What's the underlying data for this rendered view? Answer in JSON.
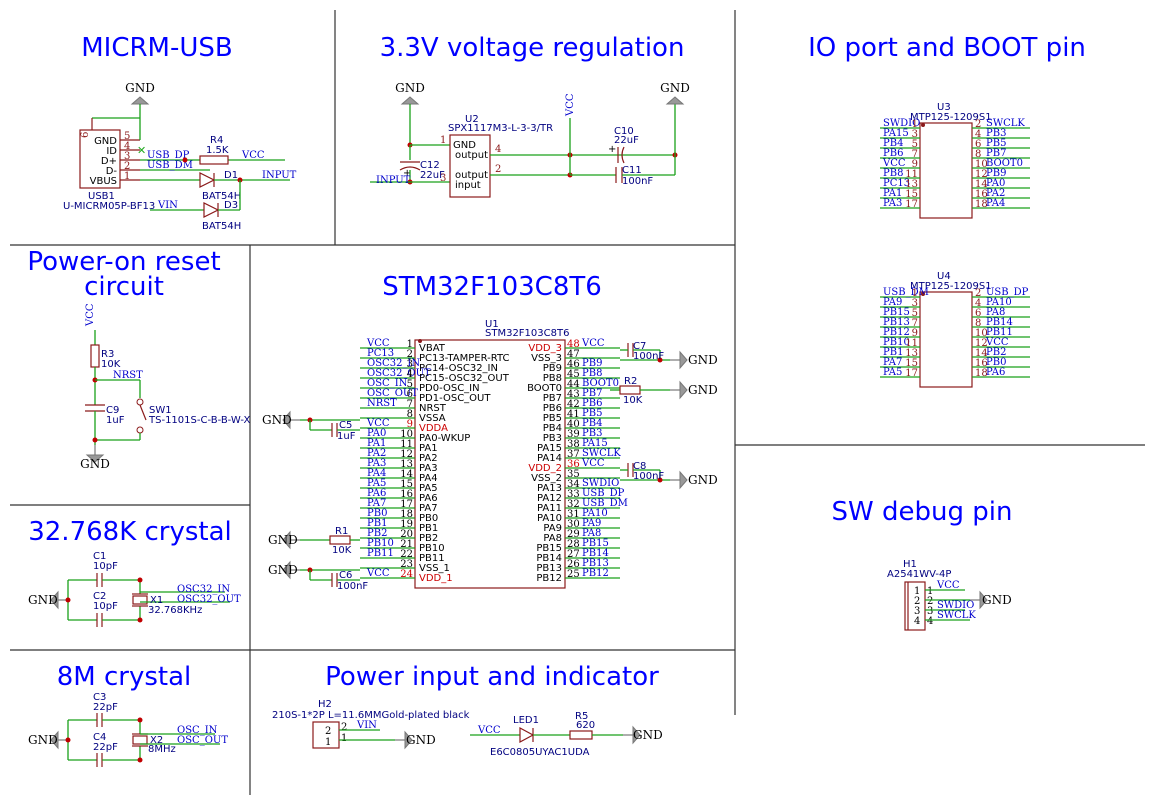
{
  "titles": {
    "micrm_usb": "MICRM-USB",
    "vreg": "3.3V voltage regulation",
    "io_boot": "IO port and BOOT pin",
    "reset_1": "Power-on reset",
    "reset_2": "circuit",
    "mcu": "STM32F103C8T6",
    "swd": "SW debug pin",
    "crystal32": "32.768K crystal",
    "crystal8": "8M crystal",
    "power": "Power input and indicator"
  },
  "usb": {
    "gnd": "GND",
    "pins": [
      "6",
      "5",
      "4",
      "3",
      "2",
      "1"
    ],
    "pin_names": [
      "GND",
      "ID",
      "D+",
      "D-",
      "VBUS"
    ],
    "usb_dp": "USB_DP",
    "usb_dm": "USB_DM",
    "ref": "USB1",
    "value": "U-MICRM05P-BF13",
    "r4_ref": "R4",
    "r4_val": "1.5K",
    "vcc": "VCC",
    "input": "INPUT",
    "d1_ref": "D1",
    "d1_val": "BAT54H",
    "d3_ref": "D3",
    "d3_val": "BAT54H",
    "vin": "VIN"
  },
  "vreg": {
    "gnd1": "GND",
    "gnd2": "GND",
    "vcc": "VCC",
    "u2_ref": "U2",
    "u2_val": "SPX1117M3-L-3-3/TR",
    "pin_gnd": "GND",
    "pin_out1": "output",
    "pin_out2": "output",
    "pin_in": "input",
    "pins": [
      "1",
      "4",
      "2",
      "3"
    ],
    "c12_ref": "C12",
    "c12_val": "22uF",
    "input": "INPUT",
    "c10_ref": "C10",
    "c10_val": "22uF",
    "c11_ref": "C11",
    "c11_val": "100nF"
  },
  "u3": {
    "ref": "U3",
    "value": "MTP125-1209S1",
    "left": [
      {
        "net": "SWDIO",
        "pin": "1"
      },
      {
        "net": "PA15",
        "pin": "3"
      },
      {
        "net": "PB4",
        "pin": "5"
      },
      {
        "net": "PB6",
        "pin": "7"
      },
      {
        "net": "VCC",
        "pin": "9"
      },
      {
        "net": "PB8",
        "pin": "11"
      },
      {
        "net": "PC13",
        "pin": "13"
      },
      {
        "net": "PA1",
        "pin": "15"
      },
      {
        "net": "PA3",
        "pin": "17"
      }
    ],
    "right": [
      {
        "net": "SWCLK",
        "pin": "2"
      },
      {
        "net": "PB3",
        "pin": "4"
      },
      {
        "net": "PB5",
        "pin": "6"
      },
      {
        "net": "PB7",
        "pin": "8"
      },
      {
        "net": "BOOT0",
        "pin": "10"
      },
      {
        "net": "PB9",
        "pin": "12"
      },
      {
        "net": "PA0",
        "pin": "14"
      },
      {
        "net": "PA2",
        "pin": "16"
      },
      {
        "net": "PA4",
        "pin": "18"
      }
    ]
  },
  "u4": {
    "ref": "U4",
    "value": "MTP125-1209S1",
    "left": [
      {
        "net": "USB_DM",
        "pin": "1"
      },
      {
        "net": "PA9",
        "pin": "3"
      },
      {
        "net": "PB15",
        "pin": "5"
      },
      {
        "net": "PB13",
        "pin": "7"
      },
      {
        "net": "PB12",
        "pin": "9"
      },
      {
        "net": "PB10",
        "pin": "11"
      },
      {
        "net": "PB1",
        "pin": "13"
      },
      {
        "net": "PA7",
        "pin": "15"
      },
      {
        "net": "PA5",
        "pin": "17"
      }
    ],
    "right": [
      {
        "net": "USB_DP",
        "pin": "2"
      },
      {
        "net": "PA10",
        "pin": "4"
      },
      {
        "net": "PA8",
        "pin": "6"
      },
      {
        "net": "PB14",
        "pin": "8"
      },
      {
        "net": "PB11",
        "pin": "10"
      },
      {
        "net": "VCC",
        "pin": "12"
      },
      {
        "net": "PB2",
        "pin": "14"
      },
      {
        "net": "PB0",
        "pin": "16"
      },
      {
        "net": "PA6",
        "pin": "18"
      }
    ]
  },
  "reset": {
    "vcc": "VCC",
    "r3_ref": "R3",
    "r3_val": "10K",
    "nrst": "NRST",
    "c9_ref": "C9",
    "c9_val": "1uF",
    "sw_ref": "SW1",
    "sw_val": "TS-1101S-C-B-B-W-X",
    "gnd": "GND"
  },
  "mcu": {
    "ref": "U1",
    "value": "STM32F103C8T6",
    "left": [
      {
        "net": "VCC",
        "num": "1",
        "name": "VBAT"
      },
      {
        "net": "PC13",
        "num": "2",
        "name": "PC13-TAMPER-RTC"
      },
      {
        "net": "OSC32_IN",
        "num": "3",
        "name": "PC14-OSC32_IN"
      },
      {
        "net": "OSC32_OUT",
        "num": "4",
        "name": "PC15-OSC32_OUT"
      },
      {
        "net": "OSC_IN",
        "num": "5",
        "name": "PD0-OSC_IN"
      },
      {
        "net": "OSC_OUT",
        "num": "6",
        "name": "PD1-OSC_OUT"
      },
      {
        "net": "NRST",
        "num": "7",
        "name": "NRST"
      },
      {
        "net": "",
        "num": "8",
        "name": "VSSA"
      },
      {
        "net": "VCC",
        "num": "9",
        "name": "VDDA"
      },
      {
        "net": "PA0",
        "num": "10",
        "name": "PA0-WKUP"
      },
      {
        "net": "PA1",
        "num": "11",
        "name": "PA1"
      },
      {
        "net": "PA2",
        "num": "12",
        "name": "PA2"
      },
      {
        "net": "PA3",
        "num": "13",
        "name": "PA3"
      },
      {
        "net": "PA4",
        "num": "14",
        "name": "PA4"
      },
      {
        "net": "PA5",
        "num": "15",
        "name": "PA5"
      },
      {
        "net": "PA6",
        "num": "16",
        "name": "PA6"
      },
      {
        "net": "PA7",
        "num": "17",
        "name": "PA7"
      },
      {
        "net": "PB0",
        "num": "18",
        "name": "PB0"
      },
      {
        "net": "PB1",
        "num": "19",
        "name": "PB1"
      },
      {
        "net": "PB2",
        "num": "20",
        "name": "PB2"
      },
      {
        "net": "PB10",
        "num": "21",
        "name": "PB10"
      },
      {
        "net": "PB11",
        "num": "22",
        "name": "PB11"
      },
      {
        "net": "",
        "num": "23",
        "name": "VSS_1"
      },
      {
        "net": "VCC",
        "num": "24",
        "name": "VDD_1"
      }
    ],
    "right": [
      {
        "name": "VDD_3",
        "num": "48",
        "net": "VCC"
      },
      {
        "name": "VSS_3",
        "num": "47",
        "net": ""
      },
      {
        "name": "PB9",
        "num": "46",
        "net": "PB9"
      },
      {
        "name": "PB8",
        "num": "45",
        "net": "PB8"
      },
      {
        "name": "BOOT0",
        "num": "44",
        "net": "BOOT0"
      },
      {
        "name": "PB7",
        "num": "43",
        "net": "PB7"
      },
      {
        "name": "PB6",
        "num": "42",
        "net": "PB6"
      },
      {
        "name": "PB5",
        "num": "41",
        "net": "PB5"
      },
      {
        "name": "PB4",
        "num": "40",
        "net": "PB4"
      },
      {
        "name": "PB3",
        "num": "39",
        "net": "PB3"
      },
      {
        "name": "PA15",
        "num": "38",
        "net": "PA15"
      },
      {
        "name": "PA14",
        "num": "37",
        "net": "SWCLK"
      },
      {
        "name": "VDD_2",
        "num": "36",
        "net": "VCC"
      },
      {
        "name": "VSS_2",
        "num": "35",
        "net": ""
      },
      {
        "name": "PA13",
        "num": "34",
        "net": "SWDIO"
      },
      {
        "name": "PA12",
        "num": "33",
        "net": "USB_DP"
      },
      {
        "name": "PA11",
        "num": "32",
        "net": "USB_DM"
      },
      {
        "name": "PA10",
        "num": "31",
        "net": "PA10"
      },
      {
        "name": "PA9",
        "num": "30",
        "net": "PA9"
      },
      {
        "name": "PA8",
        "num": "29",
        "net": "PA8"
      },
      {
        "name": "PB15",
        "num": "28",
        "net": "PB15"
      },
      {
        "name": "PB14",
        "num": "27",
        "net": "PB14"
      },
      {
        "name": "PB13",
        "num": "26",
        "net": "PB13"
      },
      {
        "name": "PB12",
        "num": "25",
        "net": "PB12"
      }
    ],
    "c7_ref": "C7",
    "c7_val": "100nF",
    "r2_ref": "R2",
    "r2_val": "10K",
    "c8_ref": "C8",
    "c8_val": "100nF",
    "c5_ref": "C5",
    "c5_val": "1uF",
    "r1_ref": "R1",
    "r1_val": "10K",
    "c6_ref": "C6",
    "c6_val": "100nF",
    "gnd": "GND"
  },
  "swd": {
    "ref": "H1",
    "value": "A2541WV-4P",
    "pins": [
      "1",
      "2",
      "3",
      "4"
    ],
    "nets": [
      "VCC",
      "",
      "SWDIO",
      "SWCLK"
    ],
    "gnd": "GND"
  },
  "crystal32": {
    "c1_ref": "C1",
    "c1_val": "10pF",
    "c2_ref": "C2",
    "c2_val": "10pF",
    "x1_ref": "X1",
    "x1_val": "32.768KHz",
    "osc_in": "OSC32_IN",
    "osc_out": "OSC32_OUT",
    "gnd": "GND"
  },
  "crystal8": {
    "c3_ref": "C3",
    "c3_val": "22pF",
    "c4_ref": "C4",
    "c4_val": "22pF",
    "x2_ref": "X2",
    "x2_val": "8MHz",
    "osc_in": "OSC_IN",
    "osc_out": "OSC_OUT",
    "gnd": "GND"
  },
  "power": {
    "h2_ref": "H2",
    "h2_val": "210S-1*2P L=11.6MMGold-plated black",
    "pin2": "2",
    "pin1": "1",
    "vin": "VIN",
    "gnd1": "GND",
    "vcc": "VCC",
    "led_ref": "LED1",
    "led_val": "E6C0805UYAC1UDA",
    "r5_ref": "R5",
    "r5_val": "620",
    "gnd2": "GND"
  }
}
